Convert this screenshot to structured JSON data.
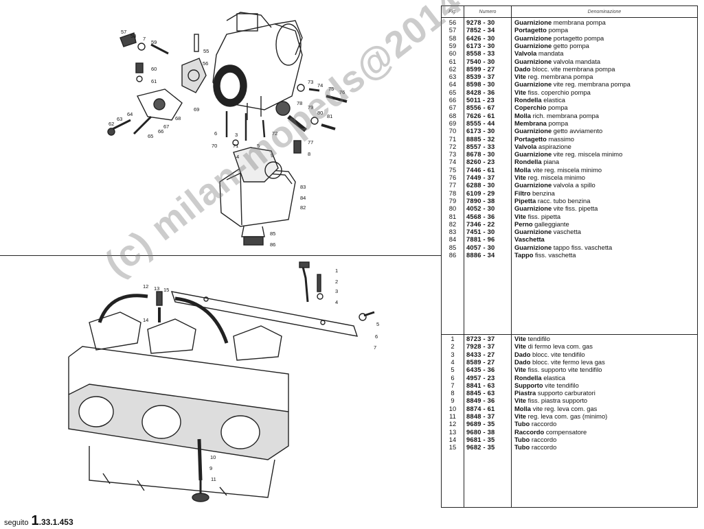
{
  "table": {
    "headers": {
      "fig": "Fig.",
      "numero": "Numero",
      "denominazione": "Denominazione"
    },
    "upper": [
      {
        "fig": "56",
        "num": "9278 - 30",
        "bold": "Guarnizione",
        "rest": " membrana pompa"
      },
      {
        "fig": "57",
        "num": "7852 - 34",
        "bold": "Portagetto",
        "rest": " pompa"
      },
      {
        "fig": "58",
        "num": "6426 - 30",
        "bold": "Guarnizione",
        "rest": " portagetto pompa"
      },
      {
        "fig": "59",
        "num": "6173 - 30",
        "bold": "Guarnizione",
        "rest": " getto pompa"
      },
      {
        "fig": "60",
        "num": "8558 - 33",
        "bold": "Valvola",
        "rest": " mandata"
      },
      {
        "fig": "61",
        "num": "7540 - 30",
        "bold": "Guarnizione",
        "rest": " valvola mandata"
      },
      {
        "fig": "62",
        "num": "8599 - 27",
        "bold": "Dado",
        "rest": " blocc. vite membrana pompa"
      },
      {
        "fig": "63",
        "num": "8539 - 37",
        "bold": "Vite",
        "rest": " reg. membrana pompa"
      },
      {
        "fig": "64",
        "num": "8598 - 30",
        "bold": "Guarnizione",
        "rest": " vite reg. membrana pompa"
      },
      {
        "fig": "65",
        "num": "8428 - 36",
        "bold": "Vite",
        "rest": " fiss. coperchio pompa"
      },
      {
        "fig": "66",
        "num": "5011 - 23",
        "bold": "Rondella",
        "rest": " elastica"
      },
      {
        "fig": "67",
        "num": "8556 - 67",
        "bold": "Coperchio",
        "rest": " pompa"
      },
      {
        "fig": "68",
        "num": "7626 - 61",
        "bold": "Molla",
        "rest": " rich. membrana pompa"
      },
      {
        "fig": "69",
        "num": "8555 - 44",
        "bold": "Membrana",
        "rest": " pompa"
      },
      {
        "fig": "70",
        "num": "6173 - 30",
        "bold": "Guarnizione",
        "rest": " getto avviamento"
      },
      {
        "fig": "71",
        "num": "8885 - 32",
        "bold": "Portagetto",
        "rest": " massimo"
      },
      {
        "fig": "72",
        "num": "8557 - 33",
        "bold": "Valvola",
        "rest": " aspirazione"
      },
      {
        "fig": "73",
        "num": "8678 - 30",
        "bold": "Guarnizione",
        "rest": " vite reg. miscela minimo"
      },
      {
        "fig": "74",
        "num": "8260 - 23",
        "bold": "Rondella",
        "rest": " piana"
      },
      {
        "fig": "75",
        "num": "7446 - 61",
        "bold": "Molla",
        "rest": " vite reg. miscela minimo"
      },
      {
        "fig": "76",
        "num": "7449 - 37",
        "bold": "Vite",
        "rest": " reg. miscela minimo"
      },
      {
        "fig": "77",
        "num": "6288 - 30",
        "bold": "Guarnizione",
        "rest": " valvola a spillo"
      },
      {
        "fig": "78",
        "num": "6109 - 29",
        "bold": "Filtro",
        "rest": " benzina"
      },
      {
        "fig": "79",
        "num": "7890 - 38",
        "bold": "Pipetta",
        "rest": " racc. tubo benzina"
      },
      {
        "fig": "80",
        "num": "4052 - 30",
        "bold": "Guarnizione",
        "rest": " vite fiss. pipetta"
      },
      {
        "fig": "81",
        "num": "4568 - 36",
        "bold": "Vite",
        "rest": " fiss. pipetta"
      },
      {
        "fig": "82",
        "num": "7346 - 22",
        "bold": "Perno",
        "rest": " galleggiante"
      },
      {
        "fig": "83",
        "num": "7451 - 30",
        "bold": "Guarnizione",
        "rest": " vaschetta"
      },
      {
        "fig": "84",
        "num": "7881 - 96",
        "bold": "Vaschetta",
        "rest": ""
      },
      {
        "fig": "85",
        "num": "4057 - 30",
        "bold": "Guarnizione",
        "rest": " tappo fiss. vaschetta"
      },
      {
        "fig": "86",
        "num": "8886 - 34",
        "bold": "Tappo",
        "rest": " fiss. vaschetta"
      }
    ],
    "lower": [
      {
        "fig": "1",
        "num": "8723 - 37",
        "bold": "Vite",
        "rest": " tendifilo"
      },
      {
        "fig": "2",
        "num": "7928 - 37",
        "bold": "Vite",
        "rest": " di fermo leva com. gas"
      },
      {
        "fig": "3",
        "num": "8433 - 27",
        "bold": "Dado",
        "rest": " blocc. vite tendifilo"
      },
      {
        "fig": "4",
        "num": "8589 - 27",
        "bold": "Dado",
        "rest": " blocc. vite fermo leva gas"
      },
      {
        "fig": "5",
        "num": "6435 - 36",
        "bold": "Vite",
        "rest": " fiss. supporto vite tendifilo"
      },
      {
        "fig": "6",
        "num": "4957 - 23",
        "bold": "Rondella",
        "rest": " elastica"
      },
      {
        "fig": "7",
        "num": "8841 - 63",
        "bold": "Supporto",
        "rest": " vite tendifilo"
      },
      {
        "fig": "8",
        "num": "8845 - 63",
        "bold": "Piastra",
        "rest": " supporto carburatori"
      },
      {
        "fig": "9",
        "num": "8849 - 36",
        "bold": "Vite",
        "rest": " fiss. piastra supporto"
      },
      {
        "fig": "10",
        "num": "8874 - 61",
        "bold": "Molla",
        "rest": " vite reg. leva com. gas"
      },
      {
        "fig": "11",
        "num": "8848 - 37",
        "bold": "Vite",
        "rest": " reg. leva com. gas (minimo)"
      },
      {
        "fig": "12",
        "num": "9689 - 35",
        "bold": "Tubo",
        "rest": " raccordo"
      },
      {
        "fig": "13",
        "num": "9680 - 38",
        "bold": "Raccordo",
        "rest": " compensatore"
      },
      {
        "fig": "14",
        "num": "9681 - 35",
        "bold": "Tubo",
        "rest": " raccordo"
      },
      {
        "fig": "15",
        "num": "9682 - 35",
        "bold": "Tubo",
        "rest": " raccordo"
      }
    ]
  },
  "footer": {
    "prefix": "seguito",
    "big": "1",
    "code": ".33.1.453"
  },
  "watermark": "(c) milan-mopeds@2014",
  "upper_callouts": [
    "57",
    "58",
    "7",
    "59",
    "55",
    "60",
    "56",
    "61",
    "73",
    "74",
    "75",
    "76",
    "64",
    "63",
    "62",
    "67",
    "66",
    "65",
    "68",
    "69",
    "78",
    "79",
    "80",
    "81",
    "6",
    "3",
    "72",
    "70",
    "71",
    "5",
    "77",
    "8",
    "4",
    "9",
    "83",
    "84",
    "82",
    "85",
    "86"
  ],
  "lower_callouts": [
    "12",
    "13",
    "15",
    "14",
    "1",
    "2",
    "3",
    "4",
    "5",
    "6",
    "7",
    "10",
    "9",
    "11"
  ]
}
